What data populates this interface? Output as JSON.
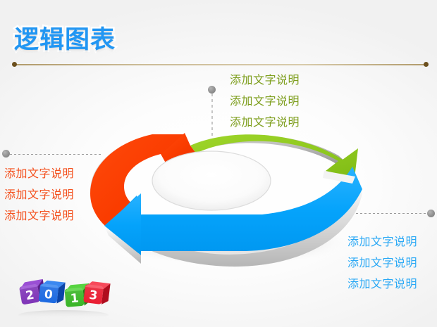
{
  "slide": {
    "title": "逻辑图表",
    "background_color": "#ffffff",
    "title_color": "#2196f3",
    "rule_color": "#b09a6a"
  },
  "callouts": {
    "green": {
      "color": "#7d9e1c",
      "lines": [
        "添加文字说明",
        "添加文字说明",
        "添加文字说明"
      ]
    },
    "red": {
      "color": "#f4511e",
      "lines": [
        "添加文字说明",
        "添加文字说明",
        "添加文字说明"
      ]
    },
    "blue": {
      "color": "#29a8f5",
      "lines": [
        "添加文字说明",
        "添加文字说明",
        "添加文字说明"
      ]
    }
  },
  "diagram": {
    "type": "three-arrow-cycle",
    "arrows": [
      {
        "name": "red-arrow",
        "color": "#fa3c00",
        "side_color": "#c9c9c9"
      },
      {
        "name": "green-arrow",
        "color": "#8ec81e",
        "side_color": "#9a9a9a"
      },
      {
        "name": "blue-arrow",
        "color": "#05a3fb",
        "side_color": "#d6d6d6"
      }
    ]
  },
  "dice": {
    "digits": [
      "2",
      "0",
      "1",
      "3"
    ],
    "colors": [
      "#7b2fb5",
      "#1565e0",
      "#33b320",
      "#e8162b"
    ],
    "face_text_color": "#ffffff"
  }
}
